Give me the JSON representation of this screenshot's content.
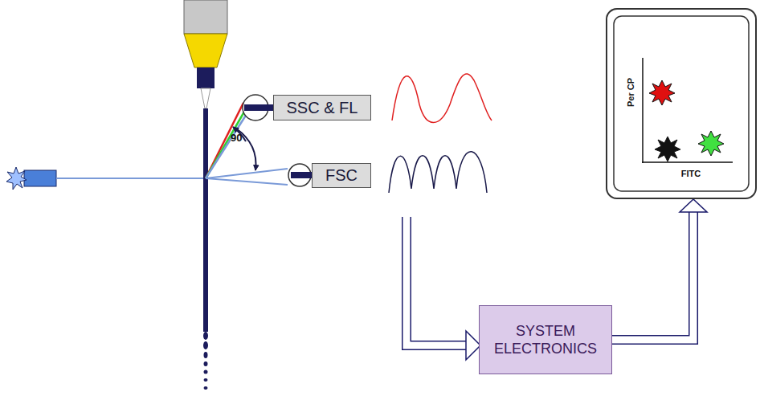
{
  "diagram": {
    "nodes": [
      {
        "text": [
          "SSC & FL"
        ]
      },
      {
        "text": [
          "FSC"
        ]
      },
      {
        "text": [
          "SYSTEM ELECTRONICS"
        ]
      },
      {
        "text": [
          "Per CP",
          "FITC"
        ]
      }
    ],
    "edges": [
      {
        "from": 2,
        "to": 3,
        "arrow": "to"
      }
    ],
    "labels": [
      "90"
    ]
  }
}
